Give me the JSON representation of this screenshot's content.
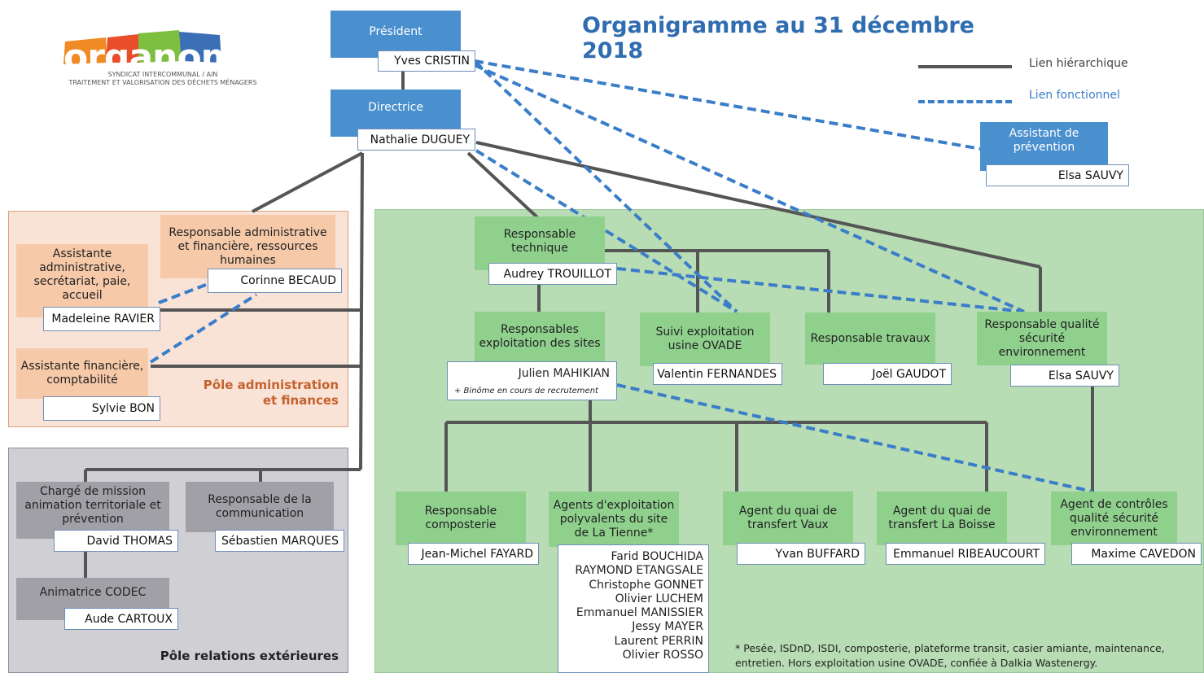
{
  "title": "Organigramme au 31 décembre 2018",
  "logo": {
    "word": "organom",
    "subtitle_1": "SYNDICAT INTERCOMMUNAL / AIN",
    "subtitle_2": "TRAITEMENT ET VALORISATION DES DÉCHETS MÉNAGERS"
  },
  "legend": {
    "hierarchical": "Lien hiérarchique",
    "functional": "Lien fonctionnel"
  },
  "colors": {
    "blue": "#4a8fce",
    "orange": "#f6c9a8",
    "green": "#8fd08d",
    "grey": "#a0a0a6",
    "hier_line": "#555555",
    "func_line": "#3a7dc9"
  },
  "top": {
    "president_role": "Président",
    "president_name": "Yves CRISTIN",
    "director_role": "Directrice",
    "director_name": "Nathalie DUGUEY",
    "prevention_role": "Assistant de prévention",
    "prevention_name": "Elsa SAUVY"
  },
  "admin": {
    "pole_label_1": "Pôle administration",
    "pole_label_2": "et finances",
    "raf_role": "Responsable administrative et financière, ressources humaines",
    "raf_name": "Corinne BECAUD",
    "assistant_role": "Assistante administrative, secrétariat, paie, accueil",
    "assistant_name": "Madeleine RAVIER",
    "finance_role": "Assistante financière, comptabilité",
    "finance_name": "Sylvie BON"
  },
  "ext": {
    "pole_label": "Pôle relations extérieures",
    "mission_role": "Chargé de mission animation territoriale et prévention",
    "mission_name": "David THOMAS",
    "comm_role": "Responsable de la communication",
    "comm_name": "Sébastien MARQUES",
    "codec_role": "Animatrice CODEC",
    "codec_name": "Aude CARTOUX"
  },
  "tech": {
    "rt_role": "Responsable technique",
    "rt_name": "Audrey TROUILLOT",
    "res_role": "Responsables exploitation des sites",
    "res_name": "Julien MAHIKIAN",
    "res_note": "+ Binôme en cours de recrutement",
    "ovade_role": "Suivi exploitation usine OVADE",
    "ovade_name": "Valentin FERNANDES",
    "travaux_role": "Responsable travaux",
    "travaux_name": "Joël GAUDOT",
    "qse_role": "Responsable qualité sécurité environnement",
    "qse_name": "Elsa SAUVY",
    "compost_role": "Responsable composterie",
    "compost_name": "Jean-Michel FAYARD",
    "agents_role": "Agents d'exploitation polyvalents du site de La Tienne*",
    "agents_names": [
      "Farid BOUCHIDA",
      "RAYMOND ETANGSALE",
      "Christophe GONNET",
      "Olivier LUCHEM",
      "Emmanuel MANISSIER",
      "Jessy MAYER",
      "Laurent PERRIN",
      "Olivier ROSSO"
    ],
    "vaux_role": "Agent du quai de transfert Vaux",
    "vaux_name": "Yvan BUFFARD",
    "boisse_role": "Agent du quai de transfert La Boisse",
    "boisse_name": "Emmanuel RIBEAUCOURT",
    "controle_role": "Agent de contrôles qualité sécurité environnement",
    "controle_name": "Maxime CAVEDON",
    "footnote_1": "* Pesée, ISDnD, ISDI, composterie, plateforme transit, casier amiante, maintenance,",
    "footnote_2": "entretien. Hors exploitation usine OVADE, confiée à Dalkia Wastenergy."
  }
}
